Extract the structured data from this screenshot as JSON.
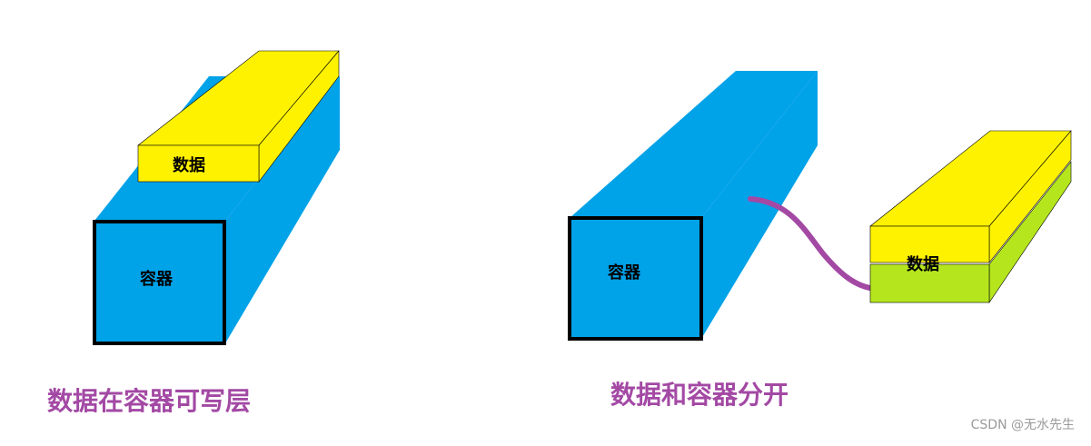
{
  "left_scene": {
    "container_label": "容器",
    "data_label": "数据",
    "caption": "数据在容器可写层"
  },
  "right_scene": {
    "container_label": "容器",
    "data_label": "数据",
    "caption": "数据和容器分开"
  },
  "watermark": "CSDN @无水先生",
  "colors": {
    "container_blue": "#00a2e8",
    "data_yellow": "#fff200",
    "volume_green": "#b5e61d",
    "link_purple": "#a349a4",
    "caption_purple": "#a349a4",
    "outline": "#000000"
  }
}
